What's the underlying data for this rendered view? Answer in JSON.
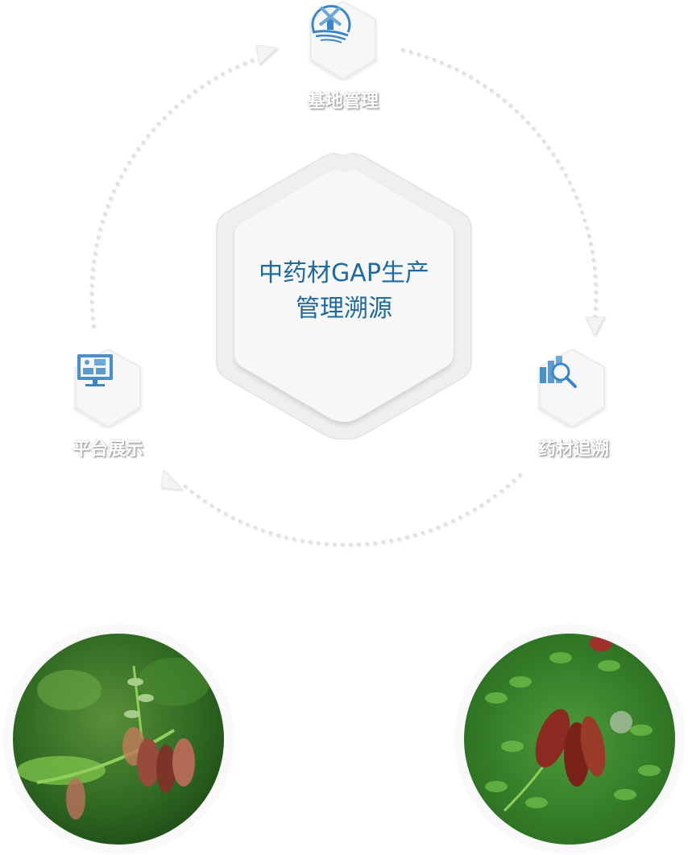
{
  "center": {
    "title_line1": "中药材GAP生产",
    "title_line2": "管理溯源",
    "text_color": "#1e6aa0"
  },
  "cycle": {
    "direction": "clockwise",
    "path_style": "dotted-gray",
    "nodes": [
      {
        "id": "base",
        "label": "基地管理",
        "icon": "windmill-icon"
      },
      {
        "id": "trace",
        "label": "药材追溯",
        "icon": "chart-search-icon"
      },
      {
        "id": "display",
        "label": "平台展示",
        "icon": "monitor-dashboard-icon"
      }
    ]
  },
  "colors": {
    "icon_blue": "#3a86c4",
    "icon_blue_light": "#6aa9d8",
    "hex_fill": "#f7f7f7",
    "hex_border": "#ebebeb",
    "dot_color": "#d9d9d9"
  },
  "photos": [
    {
      "id": "photo-left",
      "subject": "plant-with-reddish-seed-pods"
    },
    {
      "id": "photo-right",
      "subject": "plant-with-red-seed-pods"
    }
  ]
}
